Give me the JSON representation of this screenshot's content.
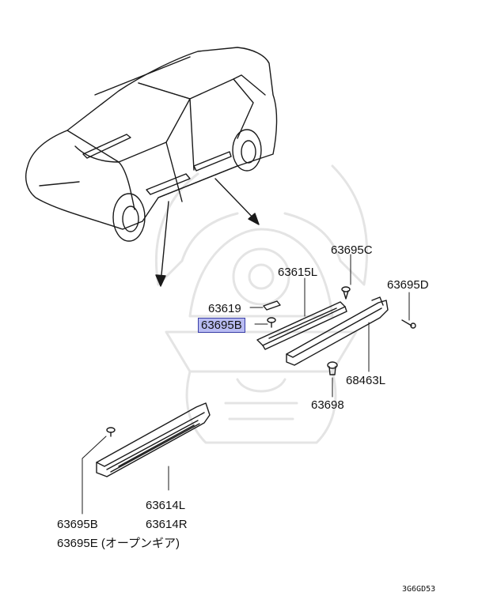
{
  "labels": {
    "p63695C": "63695C",
    "p63615L": "63615L",
    "p63695D": "63695D",
    "p63619": "63619",
    "p63695B_hl": "63695B",
    "p68463L": "68463L",
    "p63698": "63698",
    "p63614L": "63614L",
    "p63614R": "63614R",
    "p63695B": "63695B",
    "p63695E": "63695E (オープンギア)"
  },
  "diagram_code": "3G6GD53",
  "colors": {
    "line": "#1a1a1a",
    "highlight_fill": "#b9bcf2",
    "highlight_border": "#3a3fa8",
    "watermark": "#e6e6e6"
  }
}
